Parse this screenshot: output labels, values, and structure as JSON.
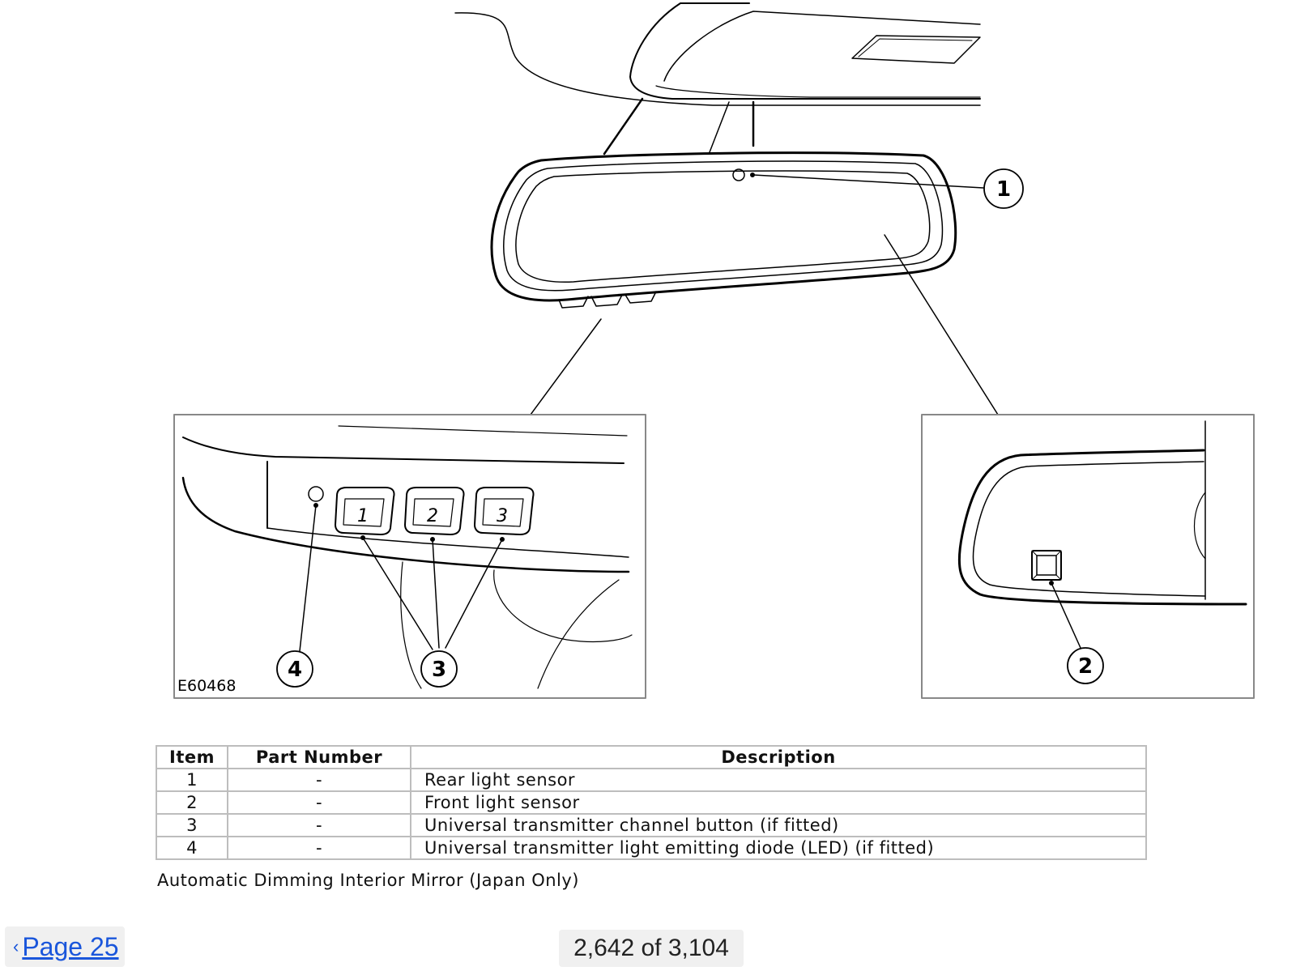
{
  "figure": {
    "callouts": [
      "1",
      "2",
      "3",
      "4"
    ],
    "buttons": [
      "1",
      "2",
      "3"
    ],
    "figure_id": "E60468",
    "icons": [
      "mirror-illustration",
      "rear-light-sensor",
      "front-light-sensor",
      "led-indicator"
    ]
  },
  "table": {
    "headers": {
      "item": "Item",
      "part_number": "Part Number",
      "description": "Description"
    },
    "rows": [
      {
        "item": "1",
        "part_number": "-",
        "description": "Rear light sensor"
      },
      {
        "item": "2",
        "part_number": "-",
        "description": "Front light sensor"
      },
      {
        "item": "3",
        "part_number": "-",
        "description": "Universal transmitter channel button (if fitted)"
      },
      {
        "item": "4",
        "part_number": "-",
        "description": "Universal transmitter light emitting diode (LED) (if fitted)"
      }
    ]
  },
  "caption": "Automatic Dimming Interior Mirror (Japan Only)",
  "nav": {
    "prev_chevron": "‹",
    "prev_label": "Page 25",
    "page_count": "2,642 of 3,104"
  },
  "colors": {
    "link": "#1a56db",
    "table_border": "#bdbdbd",
    "pill_bg": "#f0f0f0"
  }
}
